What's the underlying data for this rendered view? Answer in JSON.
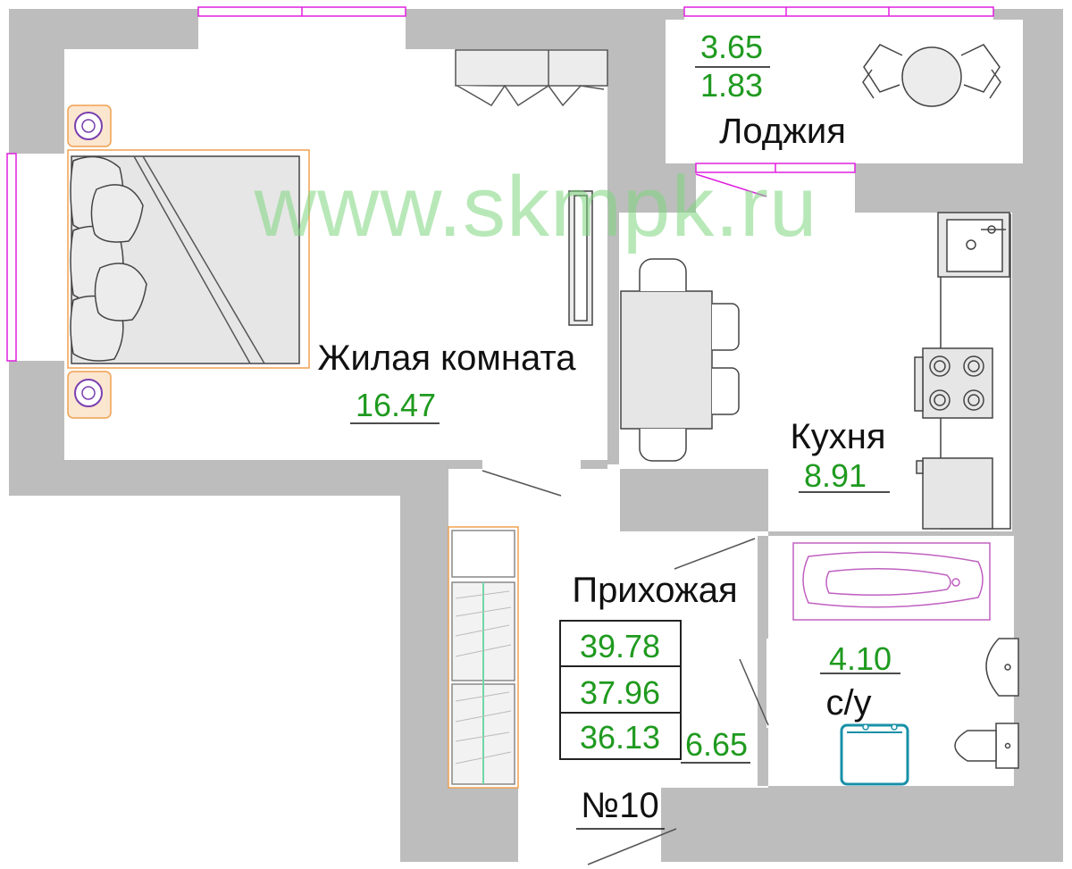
{
  "watermark": "www.skmpk.ru",
  "apartment": {
    "number_label": "№10"
  },
  "rooms": {
    "living": {
      "name": "Жилая комната",
      "area": "16.47"
    },
    "loggia": {
      "name": "Лоджия",
      "area_top": "3.65",
      "area_bottom": "1.83"
    },
    "kitchen": {
      "name": "Кухня",
      "area": "8.91"
    },
    "hall": {
      "name": "Прихожая",
      "area": "6.65"
    },
    "bathroom": {
      "name": "с/у",
      "area": "4.10"
    }
  },
  "area_summary": [
    "39.78",
    "37.96",
    "36.13"
  ],
  "colors": {
    "wall": "#bdbdbd",
    "area_text": "#1f9a1f",
    "window": "#e020e0",
    "watermark": "#7ed67e"
  }
}
